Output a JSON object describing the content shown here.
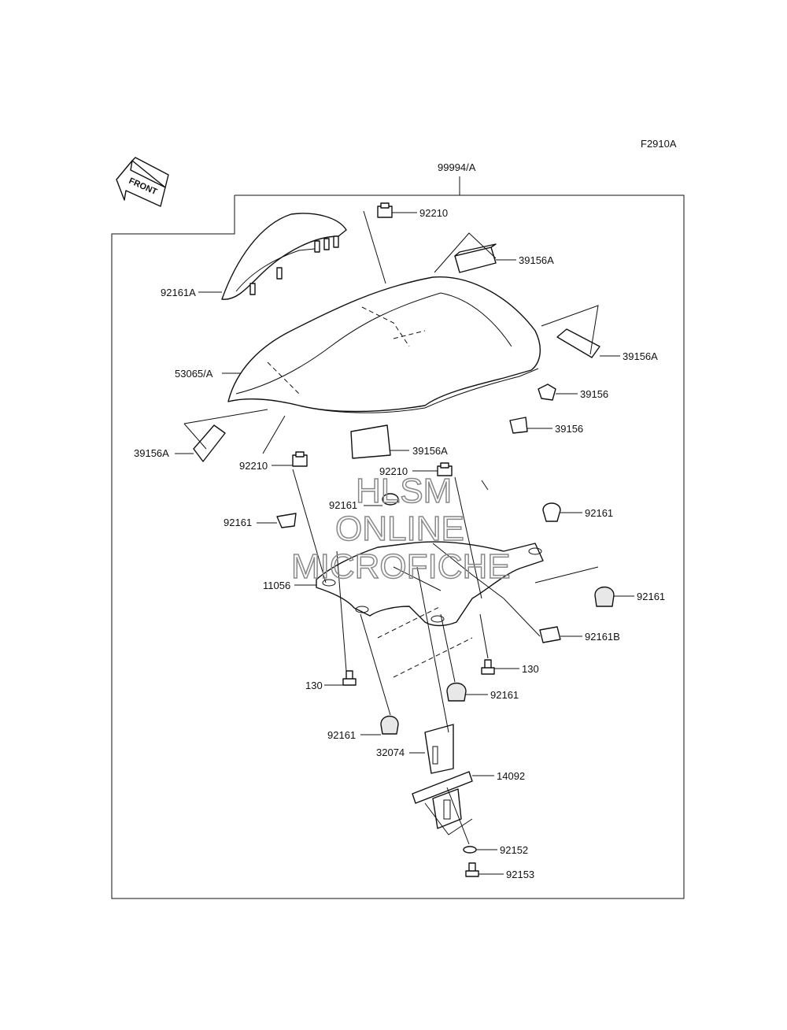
{
  "figure_code": "F2910A",
  "front_label": "FRONT",
  "assembly_label": "99994/A",
  "watermark": [
    "HLSM",
    "ONLINE",
    "MICROFICHE"
  ],
  "callouts": {
    "c_92210_top": "92210",
    "c_39156A_top": "39156A",
    "c_92161A": "92161A",
    "c_39156A_right": "39156A",
    "c_53065A": "53065/A",
    "c_39156_a": "39156",
    "c_39156_b": "39156",
    "c_39156A_left": "39156A",
    "c_39156A_mid": "39156A",
    "c_92210_left": "92210",
    "c_92210_mid": "92210",
    "c_92161_mid": "92161",
    "c_92161_right_top": "92161",
    "c_92161_left": "92161",
    "c_11056": "11056",
    "c_92161_right": "92161",
    "c_92161B": "92161B",
    "c_130_right": "130",
    "c_130_left": "130",
    "c_92161_lower": "92161",
    "c_92161_bottom": "92161",
    "c_32074": "32074",
    "c_14092": "14092",
    "c_92152": "92152",
    "c_92153": "92153"
  }
}
